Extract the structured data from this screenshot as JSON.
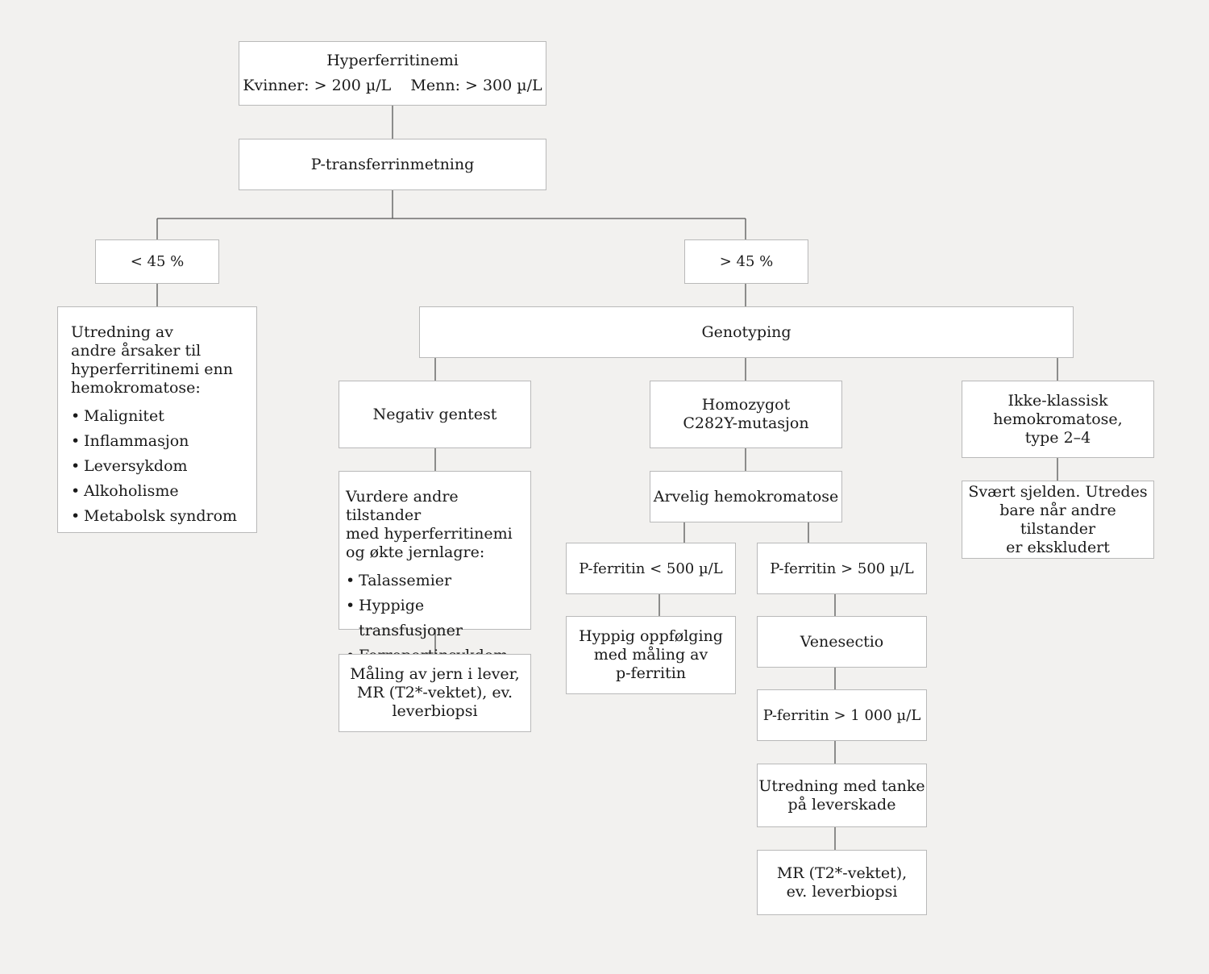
{
  "root": {
    "title": "Hyperferritinemi",
    "line2": "Kvinner: > 200 µ/L    Menn: > 300 µ/L"
  },
  "transferrin": "P-transferrinmetning",
  "low": "< 45 %",
  "high": "> 45 %",
  "low_workup": {
    "intro": [
      "Utredning av",
      "andre årsaker til",
      "hyperferritinemi enn",
      "hemokromatose:"
    ],
    "items": [
      "Malignitet",
      "Inflammasjon",
      "Leversykdom",
      "Alkoholisme",
      "Metabolsk syndrom"
    ]
  },
  "genotyping": "Genotyping",
  "negative": "Negativ gentest",
  "homozygous": [
    "Homozygot",
    "C282Y-mutasjon"
  ],
  "non_classic": [
    "Ikke-klassisk",
    "hemokromatose,",
    "type 2–4"
  ],
  "consider": {
    "intro": [
      "Vurdere andre tilstander",
      "med hyperferritinemi",
      "og økte jernlagre:"
    ],
    "items": [
      "Talassemier",
      "Hyppige transfusjoner",
      "Ferroportinsykdom"
    ]
  },
  "liver_iron": [
    "Måling av jern i lever,",
    "MR (T2*-vektet), ev.",
    "leverbiopsi"
  ],
  "hereditary": "Arvelig hemokromatose",
  "rare": [
    "Svært sjelden. Utredes",
    "bare når andre tilstander",
    "er ekskludert"
  ],
  "ferr_low": "P-ferritin < 500 µ/L",
  "ferr_high": "P-ferritin > 500 µ/L",
  "followup": [
    "Hyppig oppfølging",
    "med måling av",
    "p-ferritin"
  ],
  "venesectio": "Venesectio",
  "ferr_1000": "P-ferritin > 1 000 µ/L",
  "liver_damage": [
    "Utredning med tanke",
    "på leverskade"
  ],
  "mr_final": [
    "MR (T2*-vektet),",
    "ev. leverbiopsi"
  ],
  "line_color": "#555555"
}
